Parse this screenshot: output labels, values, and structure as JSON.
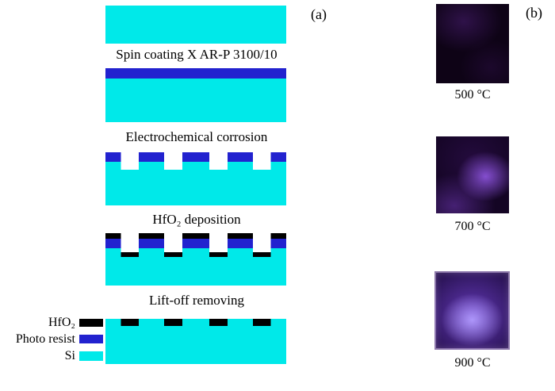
{
  "panel_a": {
    "label": "(a)",
    "captions": {
      "spin": "Spin coating X AR-P 3100/10",
      "corrosion": "Electrochemical corrosion",
      "deposition": "HfO₂ deposition",
      "liftoff": "Lift-off removing"
    },
    "legend": {
      "hfo2": "HfO₂",
      "photo_resist": "Photo resist",
      "si": "Si"
    }
  },
  "panel_b": {
    "label": "(b)",
    "images": [
      {
        "caption": "500 °C",
        "dominant_color": "#1a0a24"
      },
      {
        "caption": "700 °C",
        "dominant_color": "#5b2fb0"
      },
      {
        "caption": "900 °C",
        "dominant_color": "#7a5ae0"
      }
    ]
  },
  "colors": {
    "si": "#00e9e9",
    "photo_resist": "#2222cf",
    "hfo2": "#000000",
    "mic_500_base": "#0e0316",
    "mic_700_base": "#140524",
    "mic_900_base": "#1c0a3c"
  }
}
